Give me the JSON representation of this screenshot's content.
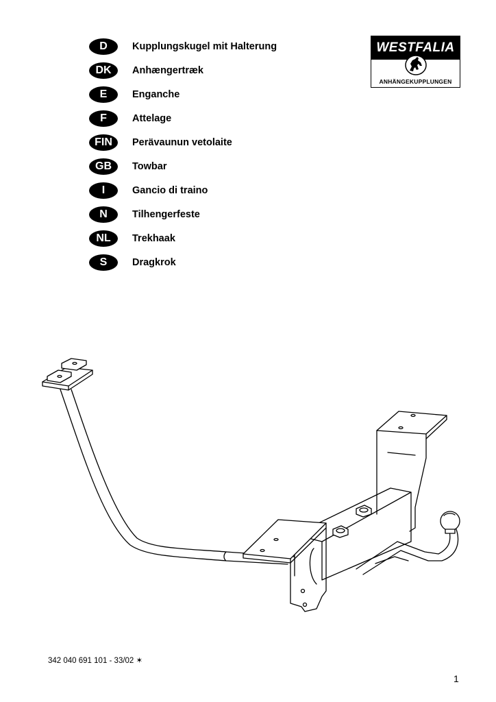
{
  "languages": [
    {
      "code": "D",
      "text": "Kupplungskugel mit Halterung"
    },
    {
      "code": "DK",
      "text": "Anhængertræk"
    },
    {
      "code": "E",
      "text": "Enganche"
    },
    {
      "code": "F",
      "text": "Attelage"
    },
    {
      "code": "FIN",
      "text": "Perävaunun vetolaite"
    },
    {
      "code": "GB",
      "text": "Towbar"
    },
    {
      "code": "I",
      "text": "Gancio di traino"
    },
    {
      "code": "N",
      "text": "Tilhengerfeste"
    },
    {
      "code": "NL",
      "text": "Trekhaak"
    },
    {
      "code": "S",
      "text": "Dragkrok"
    }
  ],
  "logo": {
    "brand": "WESTFALIA",
    "subtitle": "ANHÄNGEKUPPLUNGEN",
    "emblem": "rearing-horse-icon"
  },
  "footer": {
    "doc_number": "342 040 691 101 - 33/02 ✶",
    "page_number": "1"
  },
  "drawing": {
    "subject": "towbar-assembly-illustration"
  }
}
